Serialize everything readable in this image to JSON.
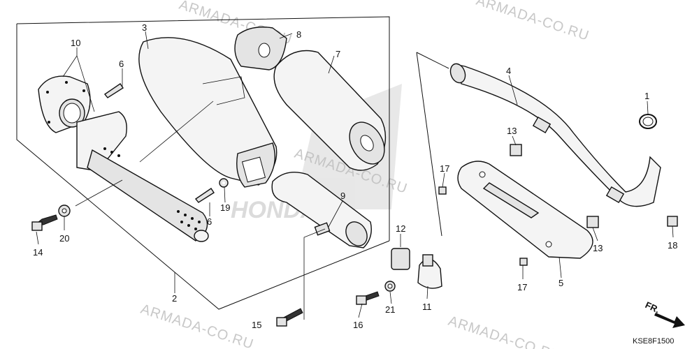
{
  "watermark": "ARMADA-CO.RU",
  "diagram_code": "KSE8F1500",
  "front_marker": "FR.",
  "callouts": {
    "p1": "1",
    "p2": "2",
    "p3": "3",
    "p4": "4",
    "p5": "5",
    "p6a": "6",
    "p6b": "6",
    "p7": "7",
    "p8": "8",
    "p9": "9",
    "p10": "10",
    "p11": "11",
    "p12": "12",
    "p13a": "13",
    "p13b": "13",
    "p14": "14",
    "p15": "15",
    "p16": "16",
    "p17a": "17",
    "p17b": "17",
    "p18": "18",
    "p19": "19",
    "p20": "20",
    "p21": "21"
  }
}
